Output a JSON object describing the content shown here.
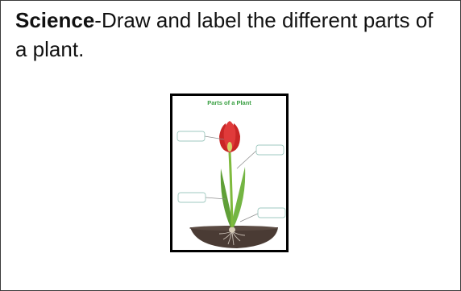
{
  "instruction": {
    "subject": "Science",
    "separator": "-",
    "text": "Draw and label the different parts of a plant."
  },
  "worksheet": {
    "title": "Parts of a Plant",
    "label_box_count": 4
  },
  "colors": {
    "title_green": "#3aa043",
    "petal_red": "#d92f2f",
    "stem_green": "#7fba3d",
    "leaf_green": "#6aa83a",
    "soil_brown": "#4a3b34",
    "label_box_border": "#9fc9c0"
  }
}
